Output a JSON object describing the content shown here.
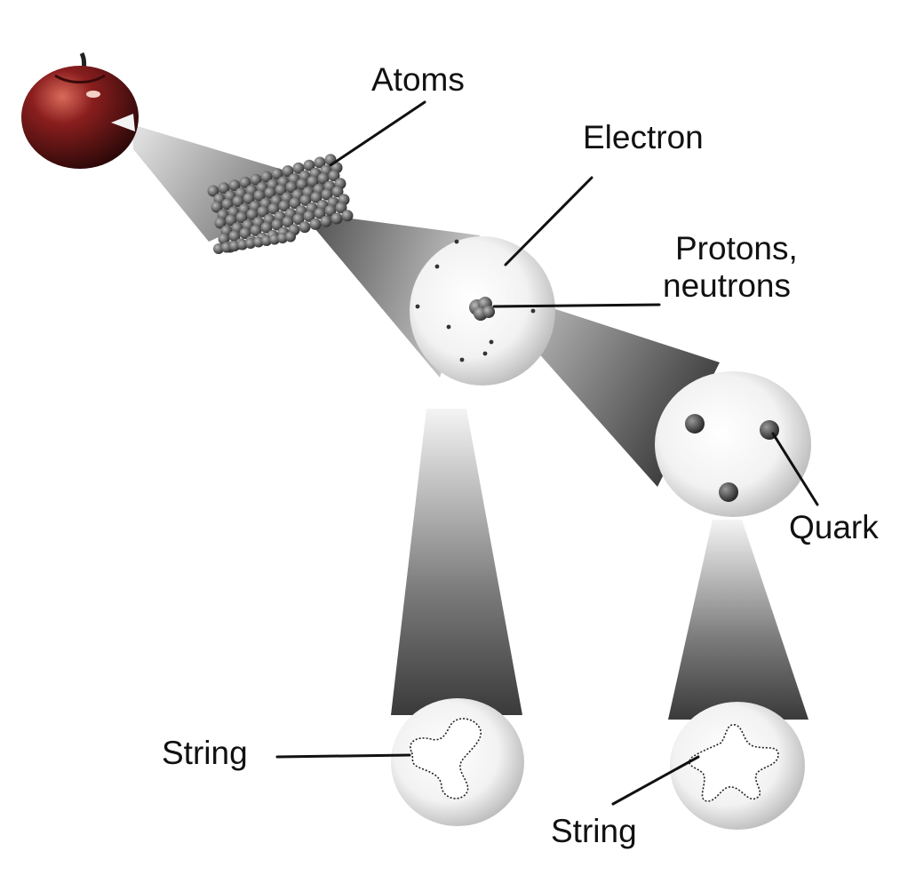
{
  "labels": {
    "atoms": "Atoms",
    "electron": "Electron",
    "protons_line1": "Protons,",
    "protons_line2": "neutrons",
    "quark": "Quark",
    "string_left": "String",
    "string_right": "String"
  },
  "colors": {
    "background": "#ffffff",
    "ink": "#111111",
    "apple_red": "#8a1e1e",
    "beam_dark": "#444444"
  }
}
